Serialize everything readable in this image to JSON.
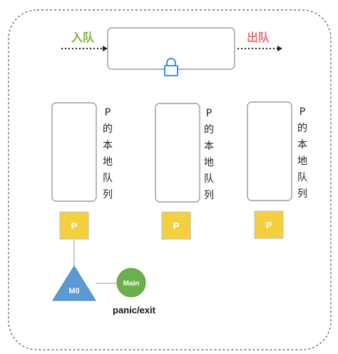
{
  "enqueue_label": "入队",
  "dequeue_label": "出队",
  "local_queues": [
    {
      "chars": [
        "P",
        "的",
        "本",
        "地",
        "队",
        "列"
      ],
      "p_label": "P"
    },
    {
      "chars": [
        "P",
        "的",
        "本",
        "地",
        "队",
        "列"
      ],
      "p_label": "P"
    },
    {
      "chars": [
        "P",
        "的",
        "本",
        "地",
        "队",
        "列"
      ],
      "p_label": "P"
    }
  ],
  "m0_label": "M0",
  "main_label": "Main",
  "panic_label": "panic/exit",
  "colors": {
    "enqueue": "#7cb342",
    "dequeue": "#e57373",
    "lock": "#1e88e5",
    "p_fill": "#f4d03f",
    "m0_fill": "#5b9bd5",
    "main_fill": "#6ab04c"
  }
}
